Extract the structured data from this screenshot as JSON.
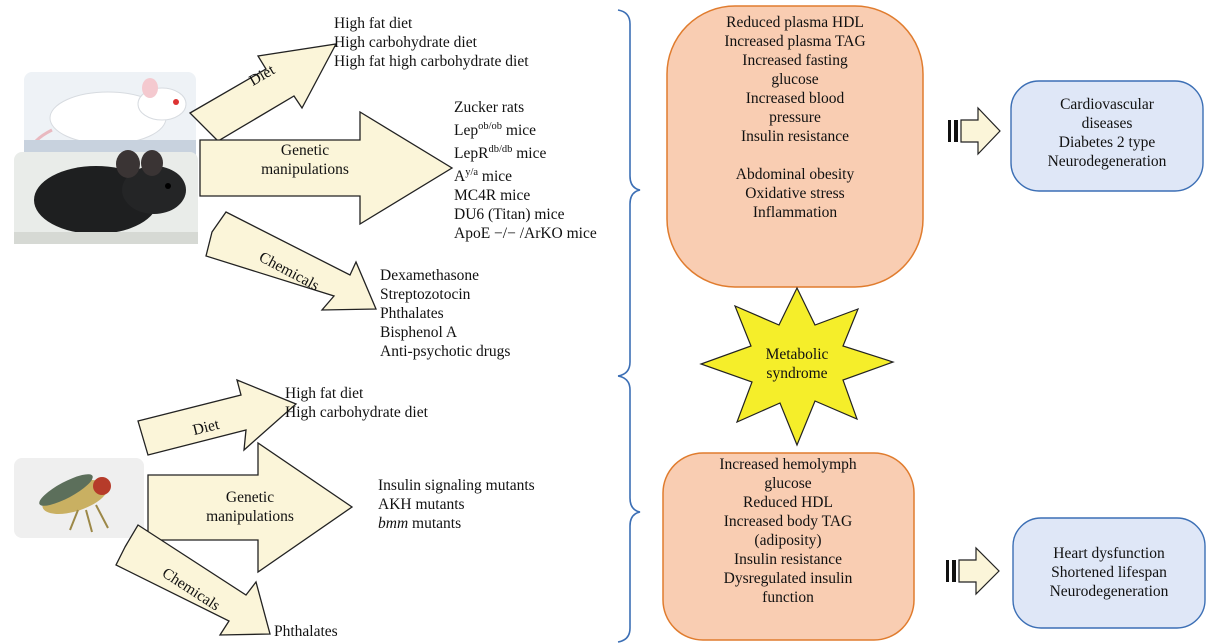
{
  "mammal": {
    "diet_label": "Diet",
    "diet_items": [
      "High fat diet",
      "High carbohydrate diet",
      "High fat high carbohydrate diet"
    ],
    "genetic_label": "Genetic manipulations",
    "genetic_items": [
      {
        "base": "Zucker rats",
        "sup": "",
        "rest": ""
      },
      {
        "base": "Lep",
        "sup": "ob/ob",
        "rest": " mice"
      },
      {
        "base": "LepR",
        "sup": "db/db",
        "rest": " mice"
      },
      {
        "base": "A",
        "sup": "y/a",
        "rest": " mice"
      },
      {
        "base": "MC4R mice",
        "sup": "",
        "rest": ""
      },
      {
        "base": "DU6 (Titan) mice",
        "sup": "",
        "rest": ""
      },
      {
        "base": "ApoE −/− /ArKO mice",
        "sup": "",
        "rest": ""
      }
    ],
    "chemicals_label": "Chemicals",
    "chemical_items": [
      "Dexamethasone",
      "Streptozotocin",
      "Phthalates",
      "Bisphenol A",
      "Anti-psychotic drugs"
    ]
  },
  "fly": {
    "diet_label": "Diet",
    "diet_items": [
      "High fat diet",
      "High carbohydrate diet"
    ],
    "genetic_label": "Genetic manipulations",
    "genetic_items": [
      {
        "italic": "",
        "text": "Insulin signaling mutants"
      },
      {
        "italic": "",
        "text": "AKH mutants"
      },
      {
        "italic": "bmm",
        "text": " mutants"
      }
    ],
    "chemicals_label": "Chemicals",
    "chemical_items": [
      "Phthalates"
    ]
  },
  "mammal_phenotypes": {
    "lines_1": [
      "Reduced plasma HDL",
      "Increased plasma TAG",
      "Increased fasting glucose",
      "Increased blood pressure",
      "Insulin resistance"
    ],
    "lines_2": [
      "Abdominal obesity",
      "Oxidative stress",
      "Inflammation"
    ]
  },
  "mammal_outcomes": [
    "Cardiovascular diseases",
    "Diabetes 2 type",
    "Neurodegeneration"
  ],
  "center_label": "Metabolic syndrome",
  "fly_phenotypes": [
    "Increased hemolymph glucose",
    "Reduced HDL",
    "Increased body TAG (adiposity)",
    "Insulin resistance",
    "Dysregulated insulin function"
  ],
  "fly_outcomes": [
    "Heart dysfunction",
    "Shortened lifespan",
    "Neurodegeneration"
  ],
  "colors": {
    "arrow_fill": "#fbf5d9",
    "phenotype_fill": "#f9cdb2",
    "phenotype_stroke": "#e07c2e",
    "outcome_fill": "#dfe7f7",
    "outcome_stroke": "#3c6fb5",
    "star_fill": "#f5ee2a",
    "brace": "#3c6fb5"
  }
}
